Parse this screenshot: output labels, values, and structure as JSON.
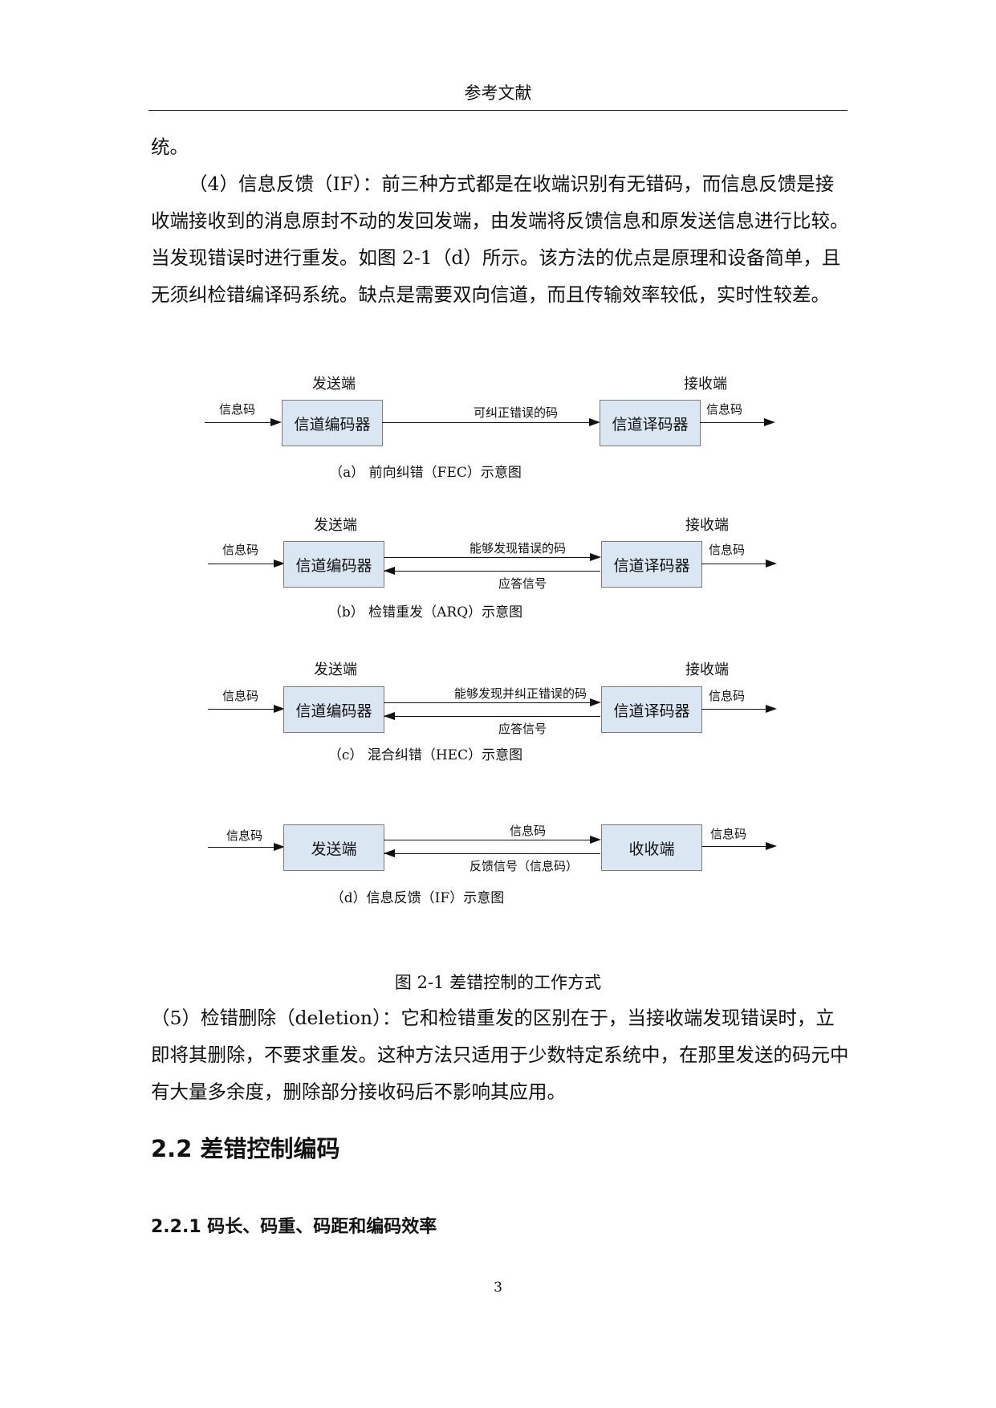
{
  "header": "参考文献",
  "paragraphs": {
    "p0": "统。",
    "p1": "（4）信息反馈（IF）：前三种方式都是在收端识别有无错码，而信息反馈是接收端接收到的消息原封不动的发回发端，由发端将反馈信息和原发送信息进行比较。当发现错误时进行重发。如图 2-1（d）所示。该方法的优点是原理和设备简单，且无须纠检错编译码系统。缺点是需要双向信道，而且传输效率较低，实时性较差。",
    "p5": "（5）检错删除（deletion）：它和检错重发的区别在于，当接收端发现错误时，立即将其删除，不要求重发。这种方法只适用于少数特定系统中，在那里发送的码元中有大量多余度，删除部分接收码后不影响其应用。"
  },
  "figures": {
    "a": {
      "sender_label": "发送端",
      "receiver_label": "接收端",
      "input": "信息码",
      "output": "信息码",
      "encoder": "信道编码器",
      "decoder": "信道译码器",
      "forward": "可纠正错误的码",
      "backward": "",
      "caption": "（a）  前向纠错（FEC）示意图"
    },
    "b": {
      "sender_label": "发送端",
      "receiver_label": "接收端",
      "input": "信息码",
      "output": "信息码",
      "encoder": "信道编码器",
      "decoder": "信道译码器",
      "forward": "能够发现错误的码",
      "backward": "应答信号",
      "caption": "（b）  检错重发（ARQ）示意图"
    },
    "c": {
      "sender_label": "发送端",
      "receiver_label": "接收端",
      "input": "信息码",
      "output": "信息码",
      "encoder": "信道编码器",
      "decoder": "信道译码器",
      "forward": "能够发现并纠正错误的码",
      "backward": "应答信号",
      "caption": "（c）  混合纠错（HEC）示意图"
    },
    "d": {
      "sender_label": "",
      "receiver_label": "",
      "input": "信息码",
      "output": "信息码",
      "encoder": "发送端",
      "decoder": "收收端",
      "forward": "信息码",
      "backward": "反馈信号（信息码）",
      "caption": "（d）信息反馈（IF）示意图"
    }
  },
  "figure_caption": "图  2-1  差错控制的工作方式",
  "section_heading": "2.2 差错控制编码",
  "subsection_heading": "2.2.1  码长、码重、码距和编码效率",
  "page_number": "3"
}
